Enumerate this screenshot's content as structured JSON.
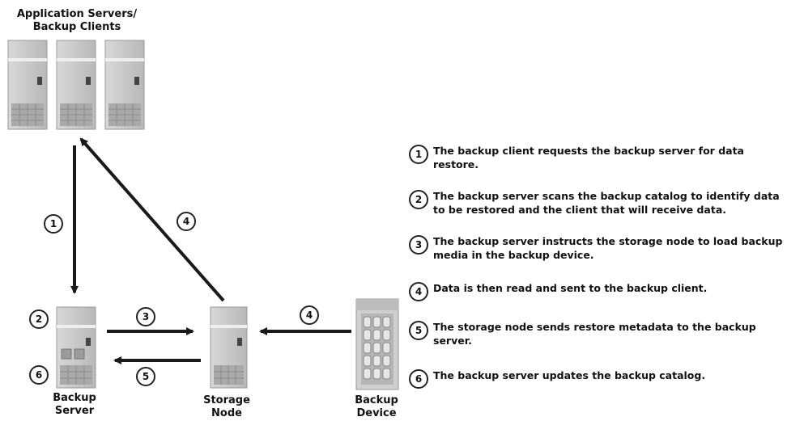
{
  "labels": {
    "app_servers": "Application Servers/\nBackup Clients",
    "backup_server": "Backup\nServer",
    "storage_node": "Storage\nNode",
    "backup_device": "Backup\nDevice"
  },
  "markers": {
    "m1": "1",
    "m2": "2",
    "m3": "3",
    "m4a": "4",
    "m4b": "4",
    "m5": "5",
    "m6": "6"
  },
  "steps": [
    {
      "num": "1",
      "text": "The backup client requests the backup server for data restore."
    },
    {
      "num": "2",
      "text": "The backup server scans the backup catalog to identify data  to be restored and the client that will receive data."
    },
    {
      "num": "3",
      "text": "The backup server instructs the storage node to load backup media in the backup device."
    },
    {
      "num": "4",
      "text": "Data is then read and sent to the backup client."
    },
    {
      "num": "5",
      "text": "The storage node sends restore metadata to the backup server."
    },
    {
      "num": "6",
      "text": "The backup server updates the backup catalog."
    }
  ]
}
